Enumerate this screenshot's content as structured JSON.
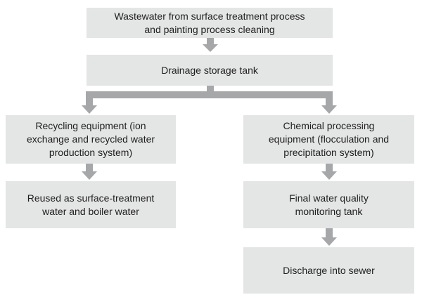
{
  "nodes": {
    "source": "Wastewater from surface treatment process\nand painting process cleaning",
    "storage": "Drainage storage tank",
    "recycling": "Recycling equipment (ion\nexchange and recycled water\nproduction system)",
    "chemical": "Chemical processing\nequipment (flocculation and\nprecipitation system)",
    "reused": "Reused as surface-treatment\nwater and boiler water",
    "monitoring": "Final water quality\nmonitoring tank",
    "discharge": "Discharge into sewer"
  },
  "colors": {
    "box_fill": "#e4e5e5",
    "arrow": "#a6a7a8",
    "text": "#1f1f1f"
  }
}
